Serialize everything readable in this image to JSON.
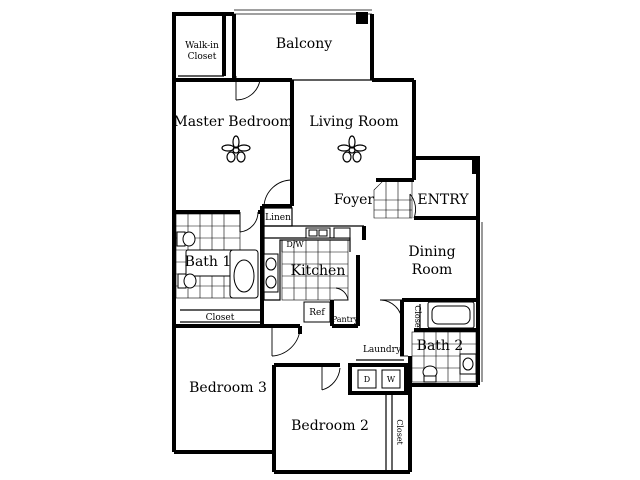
{
  "rooms": {
    "balcony": "Balcony",
    "walkin_line1": "Walk-in",
    "walkin_line2": "Closet",
    "master_bedroom": "Master Bedroom",
    "living_room": "Living Room",
    "foyer": "Foyer",
    "entry": "ENTRY",
    "linen": "Linen",
    "dw": "D/W",
    "kitchen": "Kitchen",
    "bath1": "Bath 1",
    "dining_line1": "Dining",
    "dining_line2": "Room",
    "closet_main": "Closet",
    "ref": "Ref",
    "pantry": "Pantry",
    "closet_bath2": "Closet",
    "laundry": "Laundry",
    "bath2": "Bath 2",
    "washer": "D",
    "dryer": "W",
    "bedroom3": "Bedroom 3",
    "bedroom2": "Bedroom 2",
    "closet_bed2": "Closet"
  },
  "icons": [
    "ceiling-fan-icon",
    "toilet-icon",
    "bathtub-icon",
    "sink-icon",
    "stove-icon",
    "door-swing-icon"
  ]
}
